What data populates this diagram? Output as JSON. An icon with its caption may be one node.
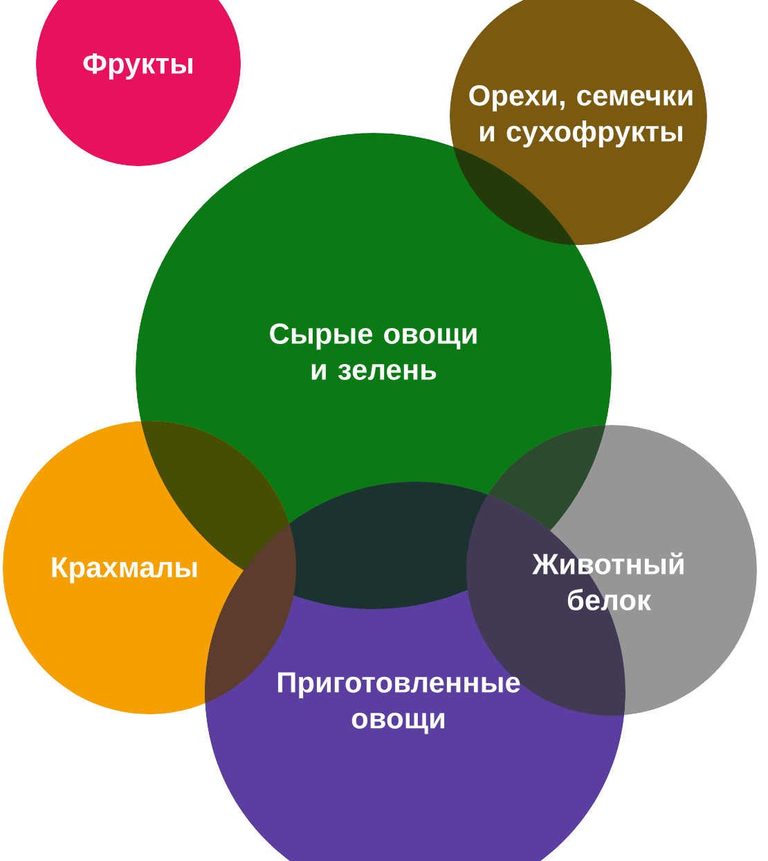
{
  "diagram": {
    "nodes": [
      {
        "text": [
          "Фрукты"
        ]
      },
      {
        "text": [
          "Орехи, семечки и сухофрукты"
        ]
      },
      {
        "text": [
          "Сырые овощи и зелень"
        ]
      },
      {
        "text": [
          "Крахмалы"
        ]
      },
      {
        "text": [
          "Животный белок"
        ]
      },
      {
        "text": [
          "Приготовленные овощи"
        ]
      }
    ]
  }
}
